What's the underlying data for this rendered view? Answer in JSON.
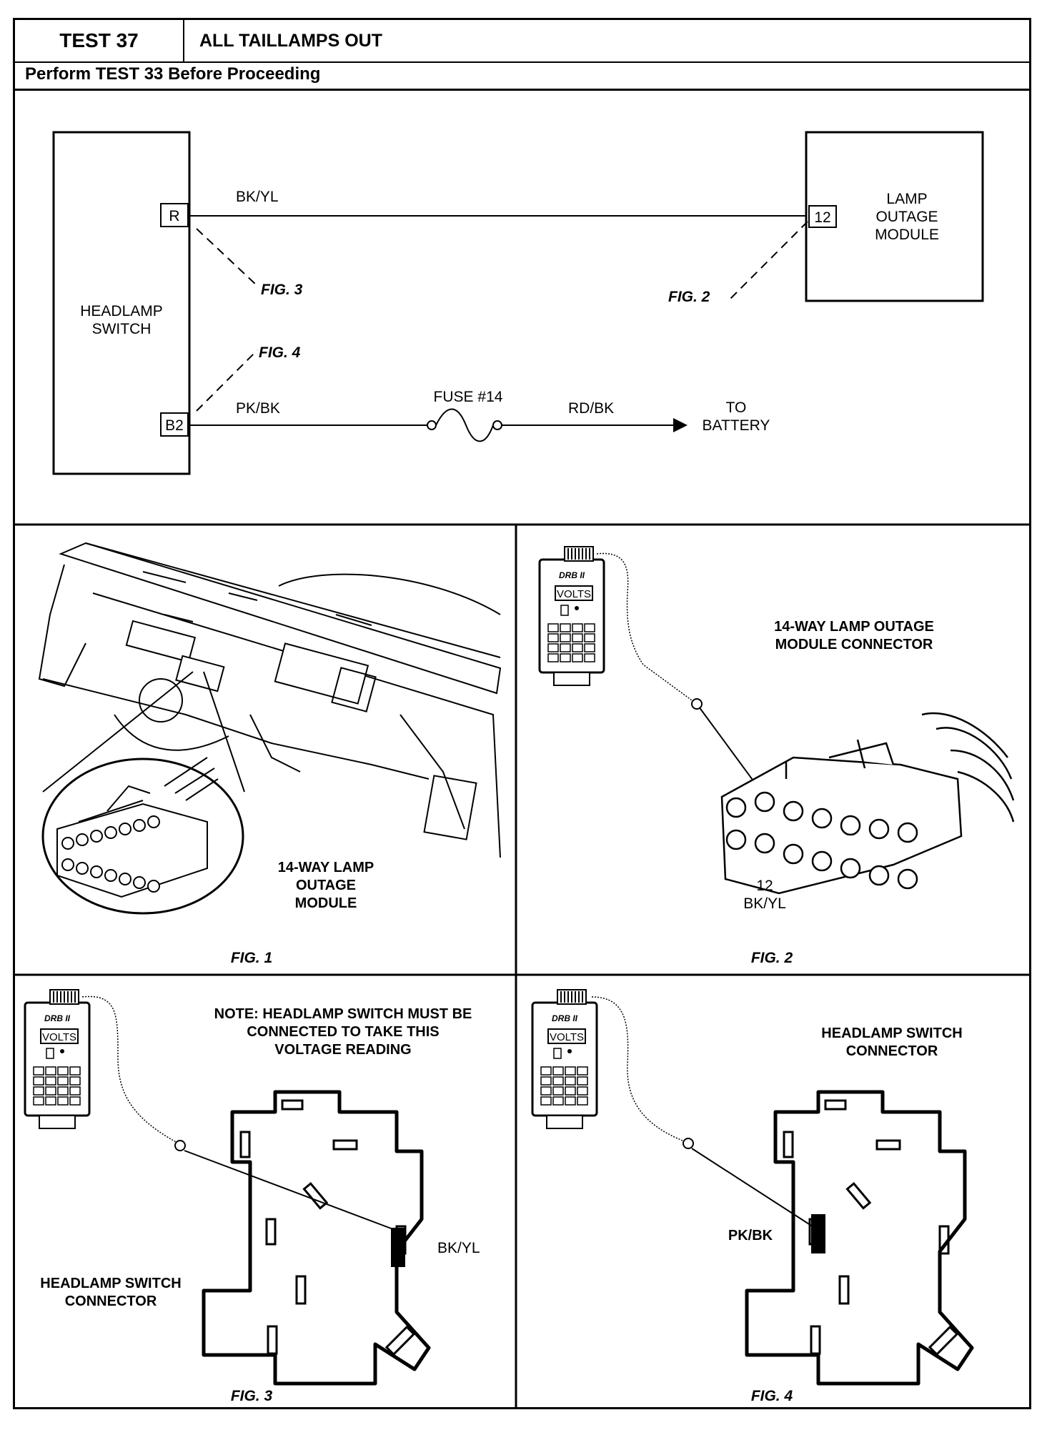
{
  "header": {
    "test_number": "TEST 37",
    "title": "ALL TAILLAMPS OUT",
    "subtitle": "Perform TEST 33 Before Proceeding"
  },
  "schematic": {
    "headlamp_switch": [
      "HEADLAMP",
      "SWITCH"
    ],
    "pin_r": "R",
    "pin_b2": "B2",
    "wire_r": "BK/YL",
    "wire_b2": "PK/BK",
    "fuse": "FUSE #14",
    "wire_battery": "RD/BK",
    "to_battery": [
      "TO",
      "BATTERY"
    ],
    "lamp_outage_module": [
      "LAMP",
      "OUTAGE",
      "MODULE"
    ],
    "pin_12": "12",
    "ref_fig3": "FIG. 3",
    "ref_fig4": "FIG. 4",
    "ref_fig2": "FIG. 2"
  },
  "fig1": {
    "label": [
      "14-WAY LAMP",
      "OUTAGE",
      "MODULE"
    ],
    "caption": "FIG. 1"
  },
  "fig2": {
    "label": [
      "14-WAY LAMP OUTAGE",
      "MODULE CONNECTOR"
    ],
    "pin_label": [
      "12",
      "BK/YL"
    ],
    "caption": "FIG. 2"
  },
  "fig3": {
    "note": [
      "NOTE: HEADLAMP SWITCH MUST BE",
      "CONNECTED TO TAKE THIS",
      "VOLTAGE READING"
    ],
    "wire": "BK/YL",
    "connector_label": [
      "HEADLAMP SWITCH",
      "CONNECTOR"
    ],
    "caption": "FIG. 3"
  },
  "fig4": {
    "connector_label": [
      "HEADLAMP SWITCH",
      "CONNECTOR"
    ],
    "wire": "PK/BK",
    "caption": "FIG. 4"
  },
  "meter": {
    "brand": "DRB II",
    "display": "VOLTS"
  }
}
